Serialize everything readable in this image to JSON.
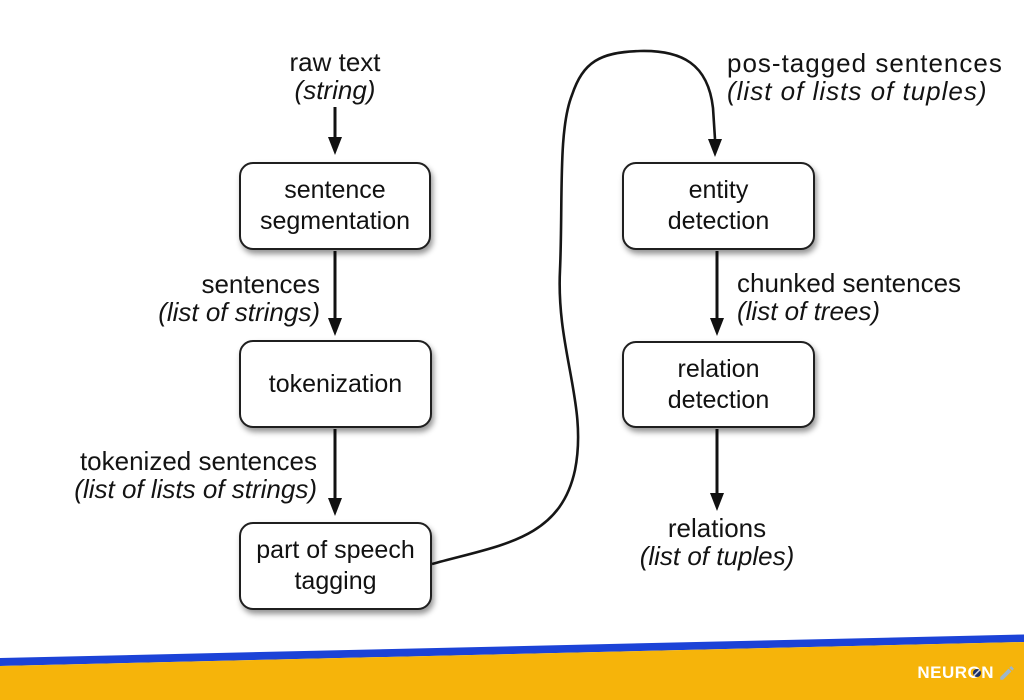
{
  "diagram": {
    "description": "NLP information extraction pipeline flowchart",
    "nodes": [
      {
        "id": "sentence-segmentation",
        "label": "sentence\nsegmentation"
      },
      {
        "id": "tokenization",
        "label": "tokenization"
      },
      {
        "id": "pos-tagging",
        "label": "part of speech\ntagging"
      },
      {
        "id": "entity-detection",
        "label": "entity\ndetection"
      },
      {
        "id": "relation-detection",
        "label": "relation\ndetection"
      }
    ],
    "io_labels": [
      {
        "id": "raw-text",
        "name": "raw text",
        "type": "(string)"
      },
      {
        "id": "sentences",
        "name": "sentences",
        "type": "(list of strings)"
      },
      {
        "id": "tokenized-sentences",
        "name": "tokenized sentences",
        "type": "(list of lists of strings)"
      },
      {
        "id": "pos-tagged-sentences",
        "name": "pos-tagged sentences",
        "type": "(list of lists of tuples)"
      },
      {
        "id": "chunked-sentences",
        "name": "chunked sentences",
        "type": "(list of trees)"
      },
      {
        "id": "relations",
        "name": "relations",
        "type": "(list of tuples)"
      }
    ],
    "edges": [
      {
        "from": "raw text",
        "to": "sentence segmentation"
      },
      {
        "from": "sentence segmentation",
        "to": "tokenization"
      },
      {
        "from": "tokenization",
        "to": "part of speech tagging"
      },
      {
        "from": "part of speech tagging",
        "to": "entity detection"
      },
      {
        "from": "entity detection",
        "to": "relation detection"
      },
      {
        "from": "relation detection",
        "to": "relations"
      }
    ]
  },
  "footer": {
    "brand": "NEURON",
    "colors": {
      "band_yellow": "#F6B40A",
      "band_blue": "#1C43D7",
      "pencil": "#9DB6CC",
      "o_mark": "#1B2F66"
    }
  },
  "colors": {
    "background": "#FFFFFF",
    "ink": "#111111",
    "box_fill": "#FFFFFF",
    "box_border": "#1F1F1F"
  }
}
